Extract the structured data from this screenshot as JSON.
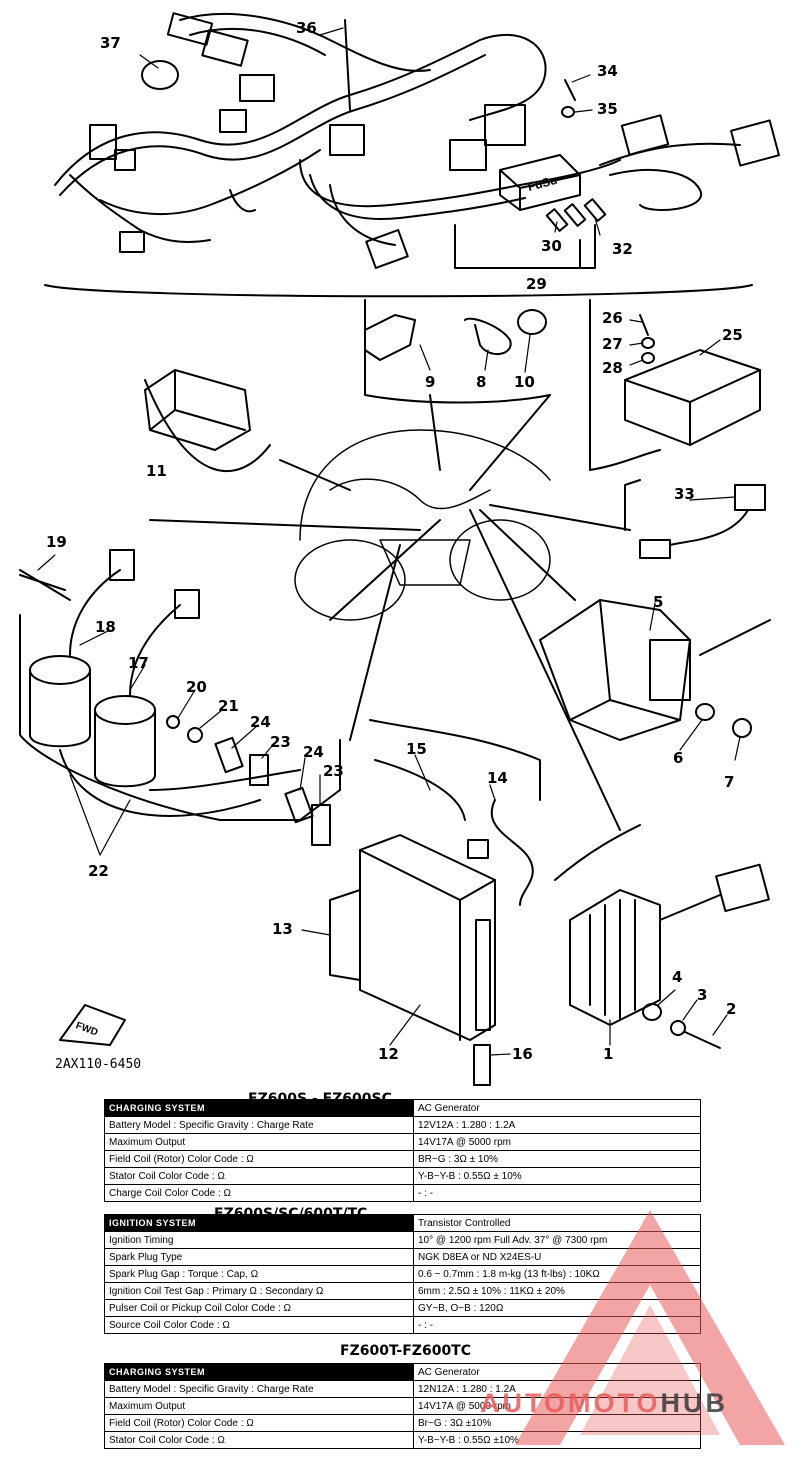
{
  "diagram": {
    "callouts": [
      {
        "id": "c37",
        "text": "37"
      },
      {
        "id": "c36",
        "text": "36"
      },
      {
        "id": "c34",
        "text": "34"
      },
      {
        "id": "c35",
        "text": "35"
      },
      {
        "id": "c30",
        "text": "30"
      },
      {
        "id": "c32",
        "text": "32"
      },
      {
        "id": "c29",
        "text": "29"
      },
      {
        "id": "c26",
        "text": "26"
      },
      {
        "id": "c25",
        "text": "25"
      },
      {
        "id": "c27",
        "text": "27"
      },
      {
        "id": "c28",
        "text": "28"
      },
      {
        "id": "c9",
        "text": "9"
      },
      {
        "id": "c8",
        "text": "8"
      },
      {
        "id": "c10",
        "text": "10"
      },
      {
        "id": "c11",
        "text": "11"
      },
      {
        "id": "c33",
        "text": "33"
      },
      {
        "id": "c19",
        "text": "19"
      },
      {
        "id": "c18",
        "text": "18"
      },
      {
        "id": "c17",
        "text": "17"
      },
      {
        "id": "c20",
        "text": "20"
      },
      {
        "id": "c21",
        "text": "21"
      },
      {
        "id": "c24a",
        "text": "24"
      },
      {
        "id": "c23a",
        "text": "23"
      },
      {
        "id": "c24b",
        "text": "24"
      },
      {
        "id": "c23b",
        "text": "23"
      },
      {
        "id": "c22",
        "text": "22"
      },
      {
        "id": "c5",
        "text": "5"
      },
      {
        "id": "c6",
        "text": "6"
      },
      {
        "id": "c7",
        "text": "7"
      },
      {
        "id": "c15",
        "text": "15"
      },
      {
        "id": "c14",
        "text": "14"
      },
      {
        "id": "c13",
        "text": "13"
      },
      {
        "id": "c12",
        "text": "12"
      },
      {
        "id": "c16",
        "text": "16"
      },
      {
        "id": "c4",
        "text": "4"
      },
      {
        "id": "c3",
        "text": "3"
      },
      {
        "id": "c2",
        "text": "2"
      },
      {
        "id": "c1",
        "text": "1"
      }
    ],
    "fuse_label": "FuSu",
    "fwd_label": "FWD",
    "part_code": "2AX110-6450"
  },
  "tables": {
    "t1_title": "FZ600S - FZ600SC",
    "t1_header_label": "CHARGING SYSTEM",
    "t1_header_value": "AC Generator",
    "t1_rows": [
      {
        "label": "Battery Model : Specific Gravity : Charge Rate",
        "value": "12V12A : 1.280 : 1.2A"
      },
      {
        "label": "Maximum Output",
        "value": "14V17A @ 5000 rpm"
      },
      {
        "label": "Field Coil (Rotor) Color Code : Ω",
        "value": "BR~G : 3Ω ± 10%"
      },
      {
        "label": "Stator Coil Color Code : Ω",
        "value": "Y-B~Y-B : 0.55Ω ± 10%"
      },
      {
        "label": "Charge Coil Color Code : Ω",
        "value": "- : -"
      }
    ],
    "t2_title": "FZ600S/SC/600T/TC",
    "t2_header_label": "IGNITION SYSTEM",
    "t2_header_value": "Transistor Controlled",
    "t2_rows": [
      {
        "label": "Ignition Timing",
        "value": "10° @ 1200 rpm        Full Adv. 37° @ 7300 rpm"
      },
      {
        "label": "Spark Plug Type",
        "value": "NGK D8EA or ND X24ES-U"
      },
      {
        "label": "Spark Plug Gap : Torque : Cap, Ω",
        "value": "0.6 ~ 0.7mm : 1.8 m-kg (13 ft-lbs) : 10KΩ"
      },
      {
        "label": "Ignition Coil Test Gap : Primary Ω : Secondary Ω",
        "value": "6mm : 2.5Ω ± 10% : 11KΩ ± 20%"
      },
      {
        "label": "Pulser Coil or Pickup Coil Color Code : Ω",
        "value": "GY~B, O~B : 120Ω"
      },
      {
        "label": "Source Coil Color Code : Ω",
        "value": "- : -"
      }
    ],
    "t3_title": "FZ600T-FZ600TC",
    "t3_header_label": "CHARGING SYSTEM",
    "t3_header_value": "AC Generator",
    "t3_rows": [
      {
        "label": "Battery Model : Specific Gravity : Charge Rate",
        "value": "12N12A : 1.280 : 1.2A"
      },
      {
        "label": "Maximum Output",
        "value": "14V17A @ 5000 rpm"
      },
      {
        "label": "Field Coil (Rotor) Color Code : Ω",
        "value": "Br~G : 3Ω ±10%"
      },
      {
        "label": "Stator Coil Color Code : Ω",
        "value": "Y-B~Y-B : 0.55Ω ±10%"
      }
    ]
  },
  "watermark": {
    "part1": "AUTOMOTO",
    "part2": "HUB",
    "color": "#e95b5b"
  }
}
